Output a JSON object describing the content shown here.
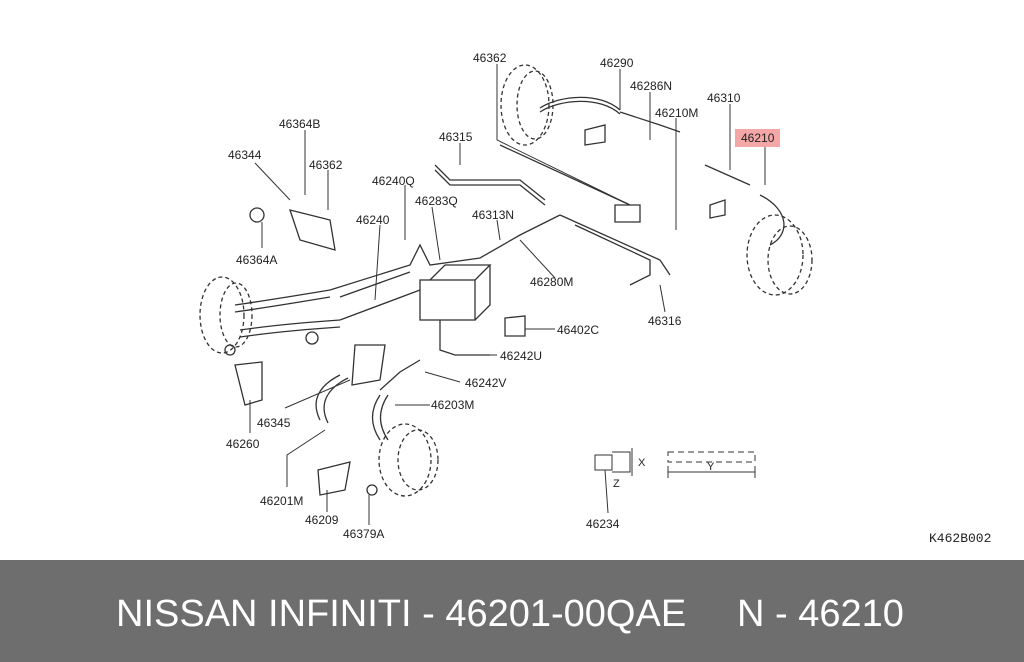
{
  "diagram": {
    "reference_code": "K462B002",
    "labels": {
      "p46362_top": "46362",
      "p46290": "46290",
      "p46286N": "46286N",
      "p46310": "46310",
      "p46210M": "46210M",
      "p46210": "46210",
      "p46364B": "46364B",
      "p46344": "46344",
      "p46362_left": "46362",
      "p46315": "46315",
      "p46240Q": "46240Q",
      "p46283Q": "46283Q",
      "p46240": "46240",
      "p46313N": "46313N",
      "p46364A": "46364A",
      "p46280M": "46280M",
      "p46316": "46316",
      "p46402C": "46402C",
      "p46242U": "46242U",
      "p46242V": "46242V",
      "p46203M": "46203M",
      "p46345": "46345",
      "p46260": "46260",
      "p46201M": "46201M",
      "p46209": "46209",
      "p46379A": "46379A",
      "p46234": "46234",
      "dim_x": "X",
      "dim_y": "Y",
      "dim_z": "Z"
    }
  },
  "footer": {
    "brand_part": "NISSAN INFINITI - 46201-00QAE",
    "alt_part": "N - 46210"
  },
  "colors": {
    "highlight": "#f4a7a7",
    "footer_bg": "#6e6e6e",
    "line": "#333333"
  }
}
